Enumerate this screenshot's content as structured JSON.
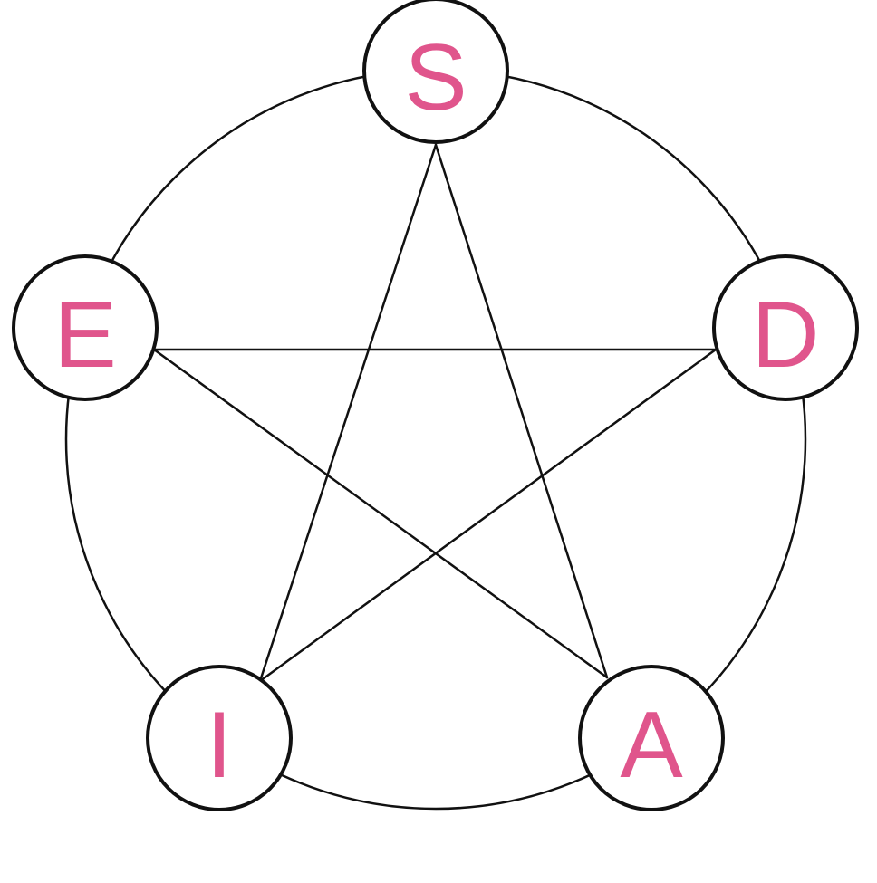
{
  "diagram": {
    "accent_color": "#e0558c",
    "line_color": "#111111",
    "nodes": [
      {
        "id": "s",
        "label": "S"
      },
      {
        "id": "d",
        "label": "D"
      },
      {
        "id": "a",
        "label": "A"
      },
      {
        "id": "i",
        "label": "I"
      },
      {
        "id": "e",
        "label": "E"
      }
    ],
    "edges": [
      [
        "s",
        "a"
      ],
      [
        "a",
        "e"
      ],
      [
        "e",
        "d"
      ],
      [
        "d",
        "i"
      ],
      [
        "i",
        "s"
      ]
    ]
  }
}
